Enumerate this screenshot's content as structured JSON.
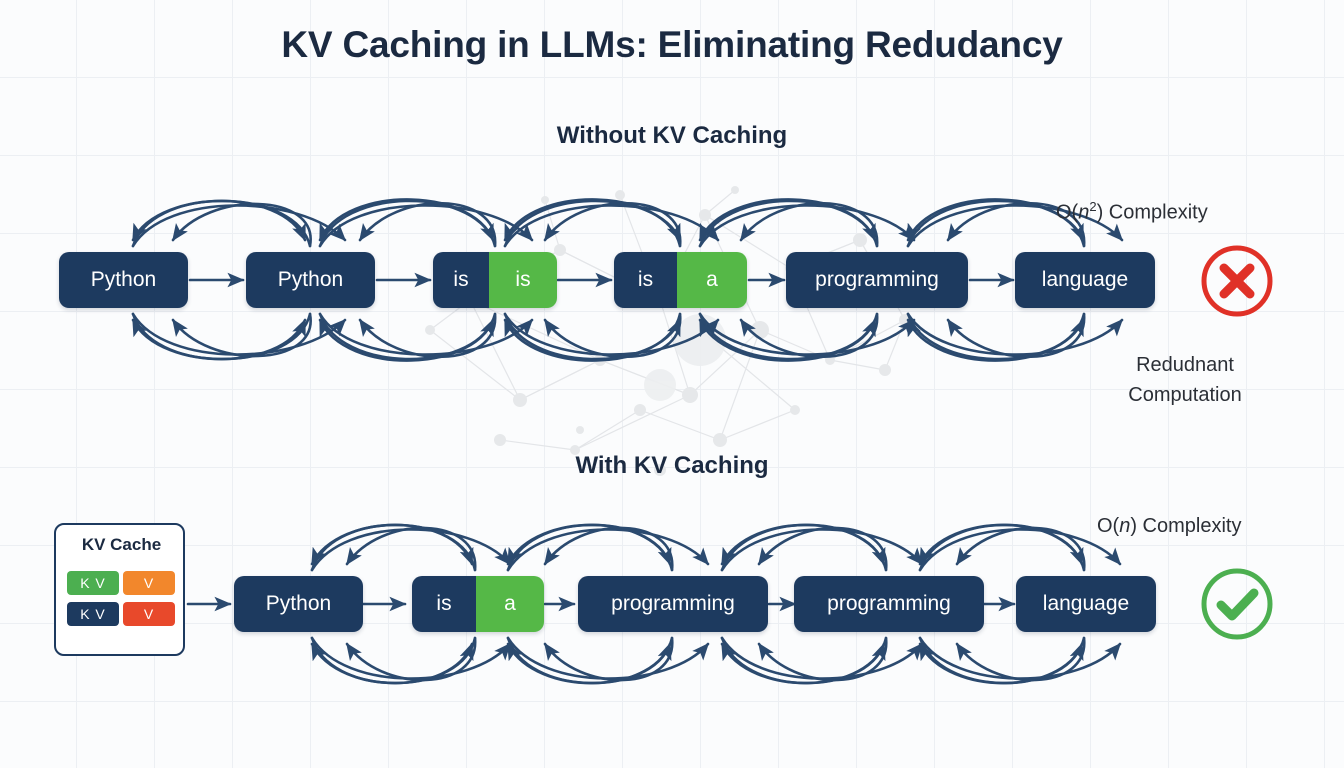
{
  "title": "KV Caching in LLMs: Eliminating Redudancy",
  "sections": {
    "without": {
      "heading": "Without KV Caching",
      "complexity_label": "O(",
      "complexity_var": "n",
      "complexity_exp": "2",
      "complexity_suffix": ") Complexity",
      "note_line1": "Redudnant",
      "note_line2": "Computation",
      "status": "cross-icon",
      "status_color": "#e03127",
      "tokens": [
        {
          "segments": [
            {
              "text": "Python",
              "color": "navy"
            }
          ]
        },
        {
          "segments": [
            {
              "text": "Python",
              "color": "navy"
            }
          ]
        },
        {
          "segments": [
            {
              "text": "is",
              "color": "navy"
            },
            {
              "text": "is",
              "color": "green"
            }
          ]
        },
        {
          "segments": [
            {
              "text": "is",
              "color": "navy"
            },
            {
              "text": "a",
              "color": "green"
            }
          ]
        },
        {
          "segments": [
            {
              "text": "programming",
              "color": "navy"
            }
          ]
        },
        {
          "segments": [
            {
              "text": "language",
              "color": "navy"
            }
          ]
        }
      ]
    },
    "with": {
      "heading": "With KV Caching",
      "complexity_label": "O(",
      "complexity_var": "n",
      "complexity_exp": "",
      "complexity_suffix": ") Complexity",
      "status": "check-icon",
      "status_color": "#4caf50",
      "cache": {
        "title": "KV Cache",
        "chips": [
          {
            "text": "K V",
            "color": "#4caf50"
          },
          {
            "text": "V",
            "color": "#f2872c"
          },
          {
            "text": "K V",
            "color": "#1d3a5f"
          },
          {
            "text": "V",
            "color": "#e8492b"
          }
        ]
      },
      "tokens": [
        {
          "segments": [
            {
              "text": "Python",
              "color": "navy"
            }
          ]
        },
        {
          "segments": [
            {
              "text": "is",
              "color": "navy"
            },
            {
              "text": "a",
              "color": "green"
            }
          ]
        },
        {
          "segments": [
            {
              "text": "programming",
              "color": "navy"
            }
          ]
        },
        {
          "segments": [
            {
              "text": "programming",
              "color": "navy"
            }
          ]
        },
        {
          "segments": [
            {
              "text": "language",
              "color": "navy"
            }
          ]
        }
      ]
    }
  },
  "colors": {
    "navy": "#1d3a5f",
    "green": "#55b847",
    "orange": "#f2872c",
    "red": "#e8492b",
    "cross": "#e03127",
    "check": "#4caf50",
    "background": "#fbfcfd",
    "grid": "#eceff3"
  }
}
